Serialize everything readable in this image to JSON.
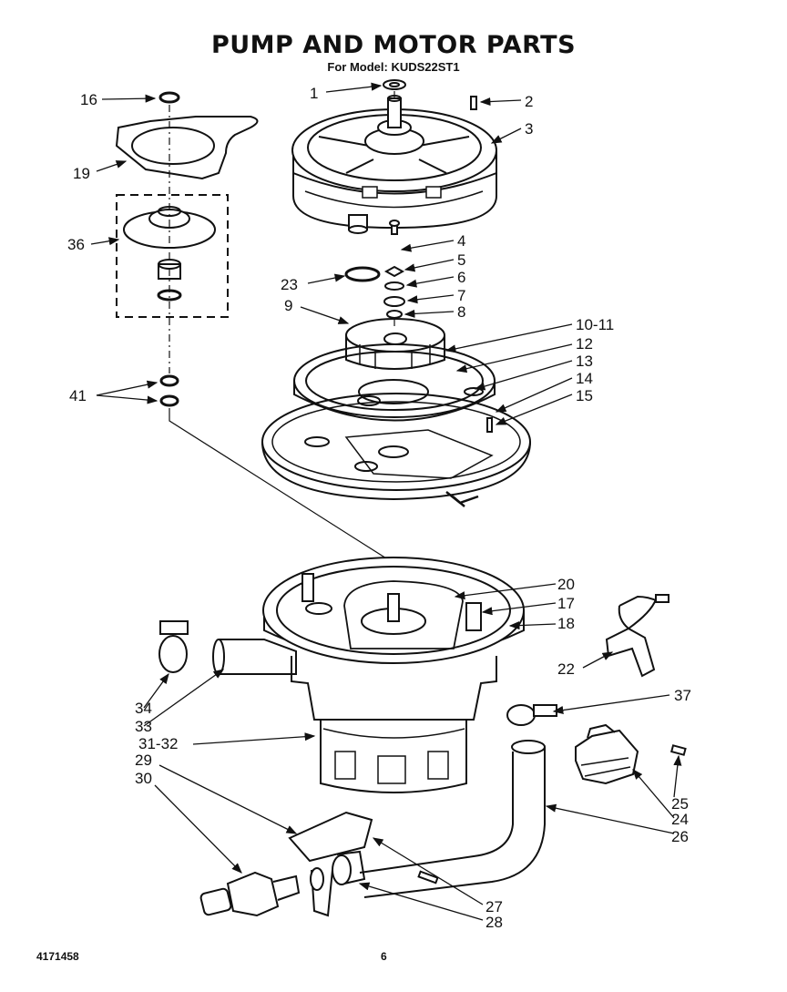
{
  "title": "PUMP AND MOTOR PARTS",
  "subtitle": "For Model: KUDS22ST1",
  "footer": {
    "doc_number": "4171458",
    "page_number": "6"
  },
  "callouts": {
    "c1": "1",
    "c2": "2",
    "c3": "3",
    "c4": "4",
    "c5": "5",
    "c6": "6",
    "c7": "7",
    "c8": "8",
    "c9": "9",
    "c10_11": "10-11",
    "c12": "12",
    "c13": "13",
    "c14": "14",
    "c15": "15",
    "c16": "16",
    "c17": "17",
    "c18": "18",
    "c19": "19",
    "c20": "20",
    "c22": "22",
    "c23": "23",
    "c24": "24",
    "c25": "25",
    "c26": "26",
    "c27": "27",
    "c28": "28",
    "c29": "29",
    "c30": "30",
    "c31_32": "31-32",
    "c33": "33",
    "c34": "34",
    "c36": "36",
    "c37": "37",
    "c41": "41"
  }
}
